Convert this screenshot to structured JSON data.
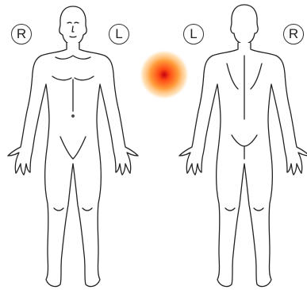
{
  "labels": {
    "front_right": "R",
    "front_left": "L",
    "back_left": "L",
    "back_right": "R"
  },
  "pain_marker": {
    "colors": [
      "#c4000f",
      "#ff4b14",
      "#ff9c3a",
      "#ffd7a0"
    ]
  },
  "figure": {
    "stroke": "#222222",
    "fill": "#ffffff"
  }
}
